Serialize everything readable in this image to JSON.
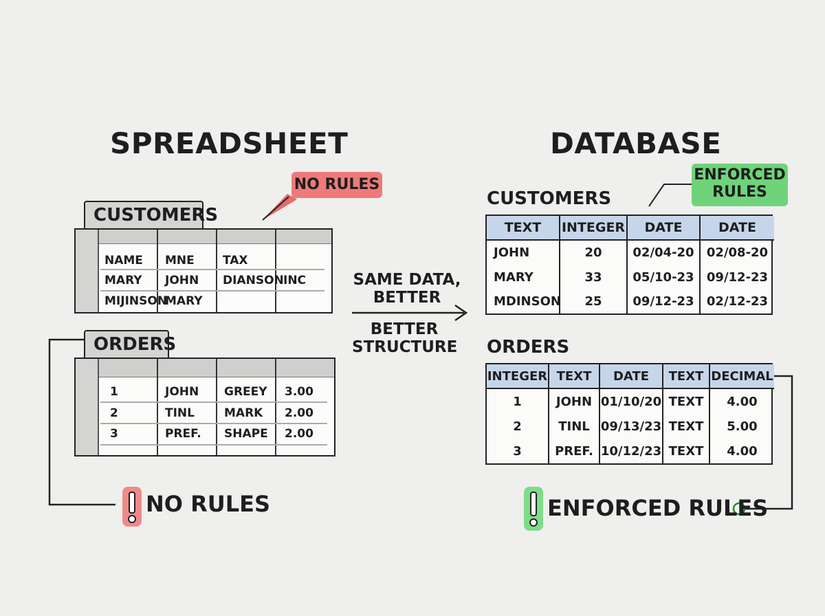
{
  "spreadsheet": {
    "title": "SPREADSHEET",
    "callout": "NO RULES",
    "customers": {
      "tab": "CUSTOMERS",
      "rows": [
        [
          "NAME",
          "MNE",
          "TAX",
          ""
        ],
        [
          "MARY",
          "JOHN",
          "DIANSON",
          "INC"
        ],
        [
          "MIJINSON",
          "MARY",
          "",
          ""
        ]
      ]
    },
    "orders": {
      "tab": "ORDERS",
      "rows": [
        [
          "1",
          "JOHN",
          "GREEY",
          "3.00"
        ],
        [
          "2",
          "TINL",
          "MARK",
          "2.00"
        ],
        [
          "3",
          "PREF.",
          "SHAPE",
          "2.00"
        ]
      ]
    },
    "footer": "NO RULES",
    "alert_icon": "exclamation-icon",
    "accent": "#e86b6b"
  },
  "middle": {
    "line1": "SAME DATA,",
    "line2": "BETTER",
    "line3": "BETTER",
    "line4": "STRUCTURE"
  },
  "database": {
    "title": "DATABASE",
    "callout": "ENFORCED RULES",
    "customers": {
      "title": "CUSTOMERS",
      "headers": [
        "TEXT",
        "INTEGER",
        "DATE",
        "DATE"
      ],
      "rows": [
        [
          "JOHN",
          "20",
          "02/04-20",
          "02/08-20"
        ],
        [
          "MARY",
          "33",
          "05/10-23",
          "09/12-23"
        ],
        [
          "MDINSON",
          "25",
          "09/12-23",
          "02/12-23"
        ]
      ]
    },
    "orders": {
      "title": "ORDERS",
      "headers": [
        "INTEGER",
        "TEXT",
        "DATE",
        "TEXT",
        "DECIMAL"
      ],
      "rows": [
        [
          "1",
          "JOHN",
          "01/10/20",
          "TEXT",
          "4.00"
        ],
        [
          "2",
          "TINL",
          "09/13/23",
          "TEXT",
          "5.00"
        ],
        [
          "3",
          "PREF.",
          "10/12/23",
          "TEXT",
          "4.00"
        ]
      ]
    },
    "footer": "ENFORCED RULES",
    "alert_icon": "exclamation-icon",
    "accent": "#6fd37a",
    "header_color": "#c6d6ea"
  }
}
